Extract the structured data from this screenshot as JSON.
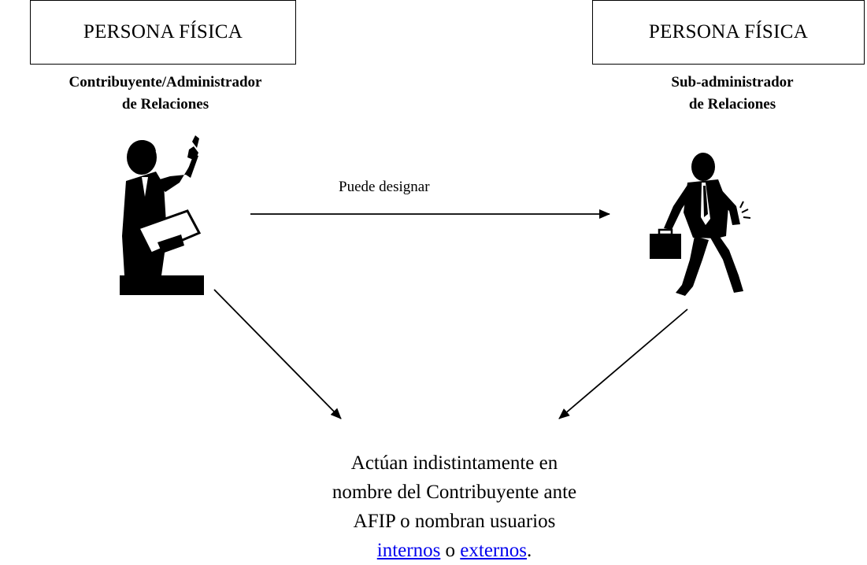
{
  "left_entity": {
    "box_label": "PERSONA FÍSICA",
    "role_line1": "Contribuyente/Administrador",
    "role_line2": "de Relaciones",
    "figure_icon": "businessman-pointing-icon"
  },
  "right_entity": {
    "box_label": "PERSONA FÍSICA",
    "role_line1": "Sub-administrador",
    "role_line2": "de Relaciones",
    "figure_icon": "businessman-walking-briefcase-icon"
  },
  "relation": {
    "label": "Puede designar"
  },
  "outcome": {
    "line1": "Actúan indistintamente en",
    "line2": "nombre del Contribuyente ante",
    "line3": "AFIP o nombran usuarios",
    "link_internos": "internos",
    "connector": " o ",
    "link_externos": "externos",
    "suffix": "."
  }
}
